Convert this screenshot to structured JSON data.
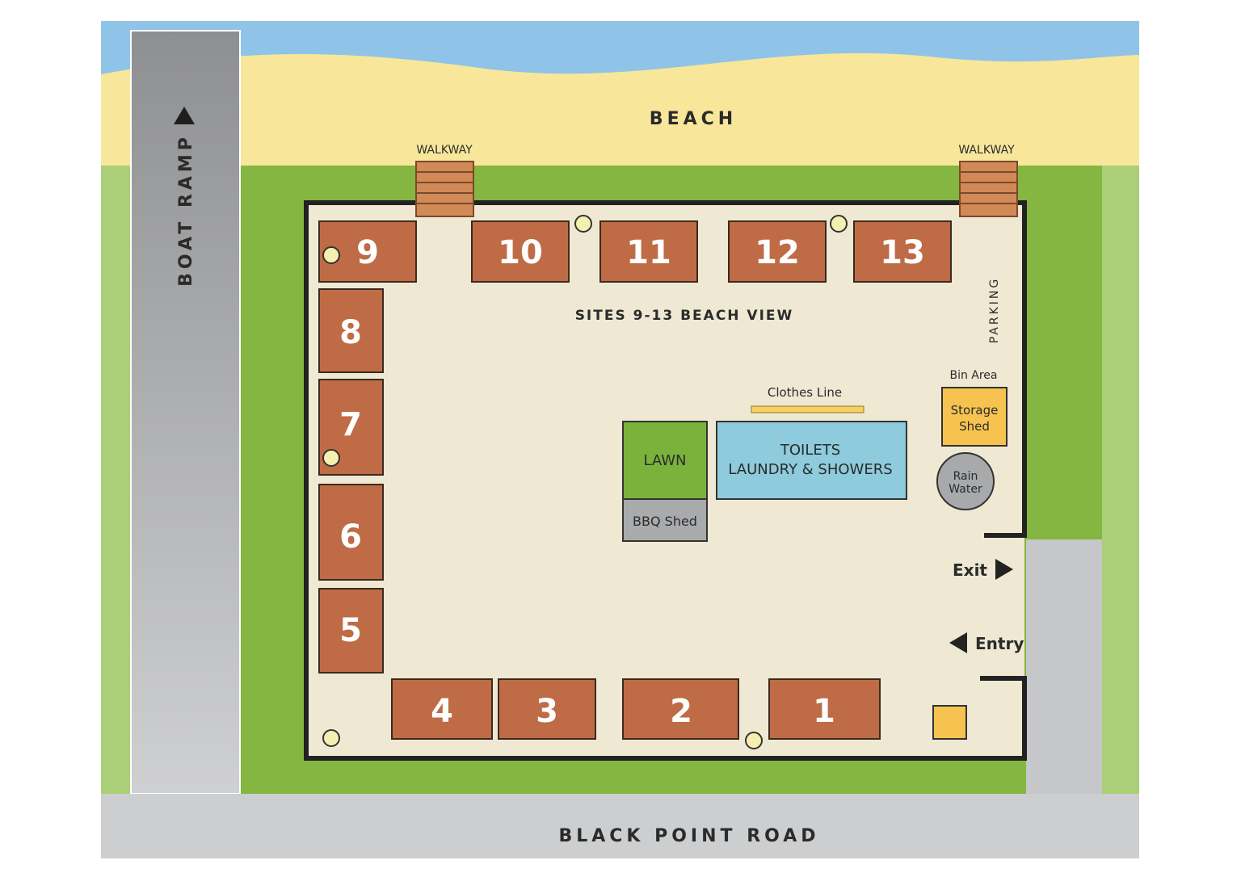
{
  "labels": {
    "beach": "BEACH",
    "boat_ramp": "BOAT RAMP",
    "road": "BLACK POINT ROAD",
    "walkway_left": "WALKWAY",
    "walkway_right": "WALKWAY",
    "beach_view": "SITES 9-13 BEACH VIEW",
    "parking": "PARKING",
    "bin_area": "Bin Area",
    "storage_shed_line1": "Storage",
    "storage_shed_line2": "Shed",
    "rain_water_line1": "Rain",
    "rain_water_line2": "Water",
    "clothes_line": "Clothes Line",
    "lawn": "LAWN",
    "bbq_shed": "BBQ Shed",
    "toilets_line1": "TOILETS",
    "toilets_line2": "LAUNDRY & SHOWERS",
    "exit": "Exit",
    "entry": "Entry"
  },
  "sites": [
    "1",
    "2",
    "3",
    "4",
    "5",
    "6",
    "7",
    "8",
    "9",
    "10",
    "11",
    "12",
    "13"
  ],
  "colors": {
    "water": "#8fc4e8",
    "sand": "#f8e79a",
    "grass": "#84b641",
    "light_grass": "#aacf78",
    "road": "#cdcecf",
    "ramp": "#9a9b9d",
    "park_ground": "#efe8d2",
    "site": "#bf6b45",
    "lawn": "#7bb23c",
    "bbq": "#a9aaac",
    "toilets": "#8ecbdc",
    "shed": "#f6c350",
    "rain_water": "#a8a9ab",
    "clothes_line": "#f6d060",
    "tree": "#f5efb0",
    "walkway": "#d18a57"
  }
}
